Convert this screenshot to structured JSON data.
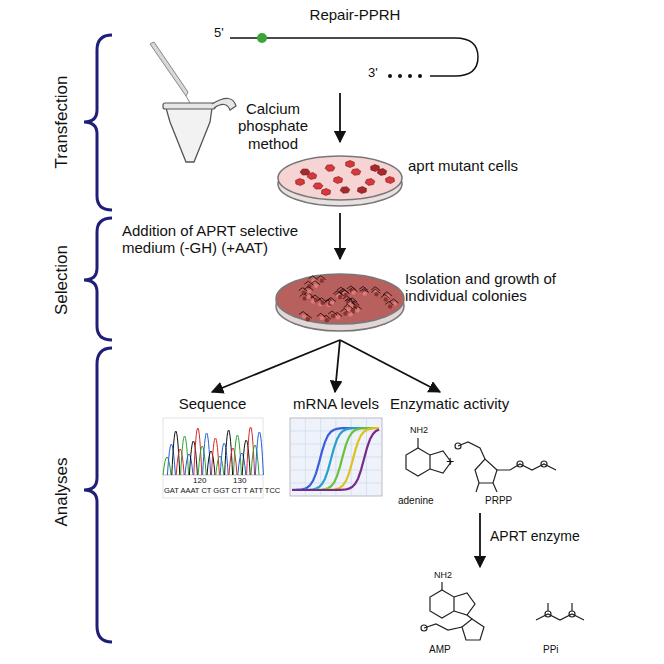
{
  "diagram": {
    "nodes": [
      {
        "text": [
          "Repair-PPRH"
        ]
      },
      {
        "text": [
          "Calcium phosphate method"
        ]
      },
      {
        "text": [
          "aprt mutant cells"
        ]
      },
      {
        "text": [
          "Isolation and growth of individual colonies"
        ]
      },
      {
        "text": [
          "Sequence"
        ]
      },
      {
        "text": [
          "mRNA levels"
        ]
      },
      {
        "text": [
          "Enzymatic activity",
          "adenine",
          "PRPP"
        ]
      },
      {
        "text": [
          "AMP",
          "PPi"
        ]
      }
    ],
    "edges": [
      {
        "from": 0,
        "to": 2,
        "arrow": "to"
      },
      {
        "from": 2,
        "to": 3,
        "arrow": "to",
        "label": "Addition of APRT selective medium (-GH) (+AAT)"
      },
      {
        "from": 3,
        "to": 4,
        "arrow": "to"
      },
      {
        "from": 3,
        "to": 5,
        "arrow": "to"
      },
      {
        "from": 3,
        "to": 6,
        "arrow": "to"
      },
      {
        "from": 6,
        "to": 7,
        "arrow": "to",
        "label": "APRT enzyme"
      }
    ],
    "labels": [
      "Transfection",
      "Selection",
      "Analyses",
      "5'",
      "3'",
      "120",
      "130",
      "GAT AAAT CT GGT CT T ATT TCC",
      "+",
      "NH2",
      "NH2"
    ]
  }
}
